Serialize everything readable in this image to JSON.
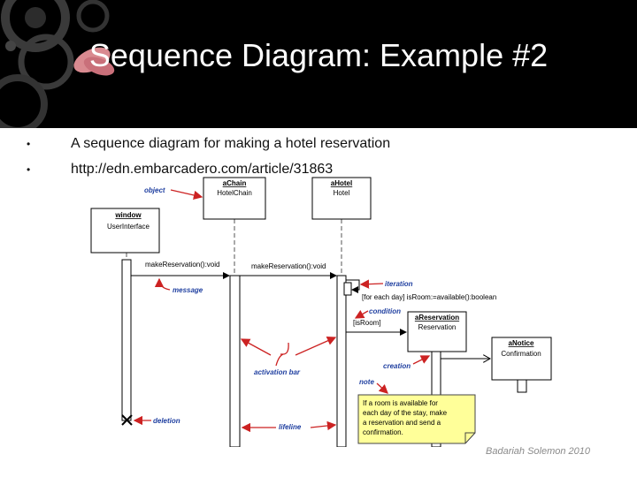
{
  "slide": {
    "title": "Sequence Diagram: Example #2",
    "bullets": [
      "A sequence diagram for making a hotel reservation",
      "http://edn.embarcadero.com/article/31863"
    ],
    "footer": "Badariah Solemon 2010"
  },
  "diagram": {
    "objects": {
      "window": {
        "name": "window",
        "type": "UserInterface"
      },
      "chain": {
        "name": "aChain",
        "type": "HotelChain"
      },
      "hotel": {
        "name": "aHotel",
        "type": "Hotel"
      },
      "reservation": {
        "name": "aReservation",
        "type": "Reservation"
      },
      "notice": {
        "name": "aNotice",
        "type": "Confirmation"
      }
    },
    "messages": {
      "msg1": "makeReservation():void",
      "msg2": "makeReservation():void",
      "loop": "[for each day] isRoom:=available():boolean",
      "guard": "[isRoom]"
    },
    "annotations": {
      "object": "object",
      "message": "message",
      "iteration": "iteration",
      "condition": "condition",
      "activation_bar": "activation bar",
      "creation": "creation",
      "note": "note",
      "deletion": "deletion",
      "lifeline": "lifeline"
    },
    "note_text": [
      "If a room is available for",
      "each day of the stay, make",
      "a reservation and send a",
      "confirmation."
    ]
  },
  "colors": {
    "annotation": "#1f3fa0",
    "arrow": "#cc2222",
    "note_fill": "#ffff99",
    "header": "#000000"
  }
}
